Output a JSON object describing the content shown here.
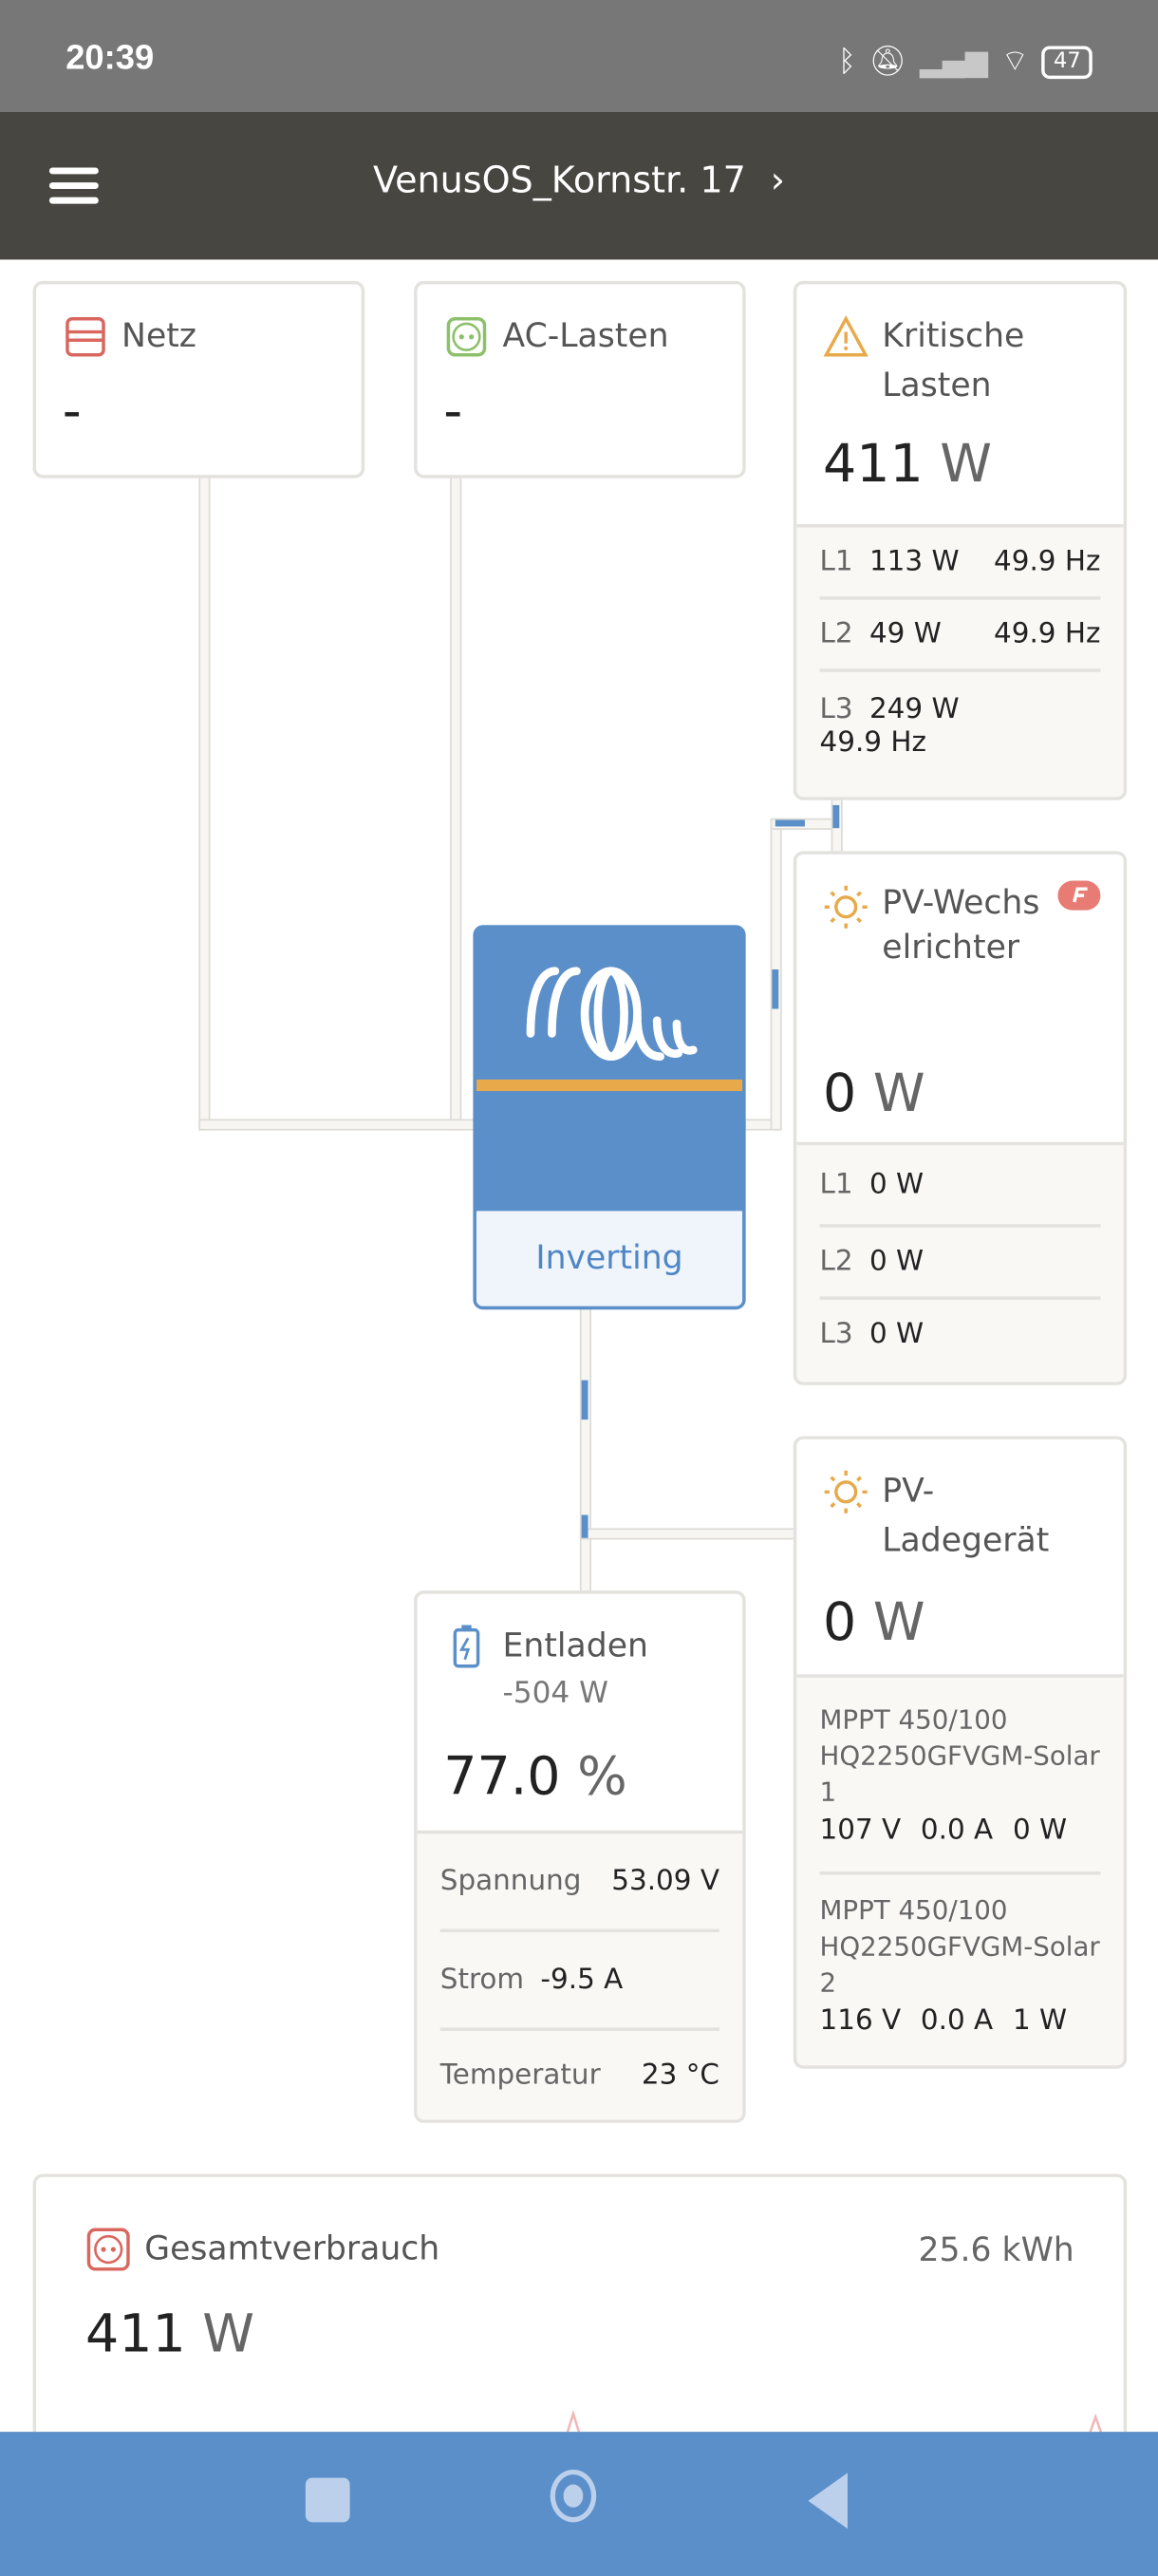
{
  "status_bar": {
    "time": "20:39",
    "battery": "47",
    "icons": [
      "bluetooth-icon",
      "muted-bell-icon",
      "signal-icon",
      "wifi6-icon",
      "battery-icon"
    ]
  },
  "header": {
    "title": "VenusOS_Kornstr. 17",
    "chevron": "›"
  },
  "grid": {
    "label": "Netz",
    "value": "-"
  },
  "ac_loads": {
    "label": "AC-Lasten",
    "value": "-"
  },
  "critical_loads": {
    "label": "Kritische Lasten",
    "value": "411",
    "unit": "W",
    "phases": [
      {
        "name": "L1",
        "power": "113 W",
        "freq": "49.9 Hz"
      },
      {
        "name": "L2",
        "power": "49 W",
        "freq": "49.9 Hz"
      },
      {
        "name": "L3",
        "power": "249 W",
        "freq": "49.9 Hz"
      }
    ]
  },
  "pv_inverter": {
    "label": "PV-Wechselrichter",
    "value": "0",
    "unit": "W",
    "phases": [
      {
        "name": "L1",
        "power": "0 W"
      },
      {
        "name": "L2",
        "power": "0 W"
      },
      {
        "name": "L3",
        "power": "0 W"
      }
    ]
  },
  "inverter": {
    "state": "Inverting"
  },
  "pv_charger": {
    "label": "PV-Ladegerät",
    "value": "0",
    "unit": "W",
    "devices": [
      {
        "name": "MPPT 450/100 HQ2250GFVGM-Solar 1",
        "voltage": "107 V",
        "current": "0.0 A",
        "power": "0 W"
      },
      {
        "name": "MPPT 450/100 HQ2250GFVGM-Solar 2",
        "voltage": "116 V",
        "current": "0.0 A",
        "power": "1 W"
      }
    ]
  },
  "battery": {
    "label": "Entladen",
    "power": "-504 W",
    "soc": "77.0",
    "unit": "%",
    "rows": [
      {
        "label": "Spannung",
        "value": "53.09 V"
      },
      {
        "label": "Strom",
        "value": "-9.5 A"
      },
      {
        "label": "Temperatur",
        "value": "23 °C"
      }
    ]
  },
  "total": {
    "label": "Gesamtverbrauch",
    "energy": "25.6 kWh",
    "value": "411",
    "unit": "W"
  },
  "colors": {
    "accent": "#5b8fc9",
    "header": "#474641",
    "orange": "#e8a94a",
    "red": "#d9675f",
    "green": "#8dc06a"
  }
}
